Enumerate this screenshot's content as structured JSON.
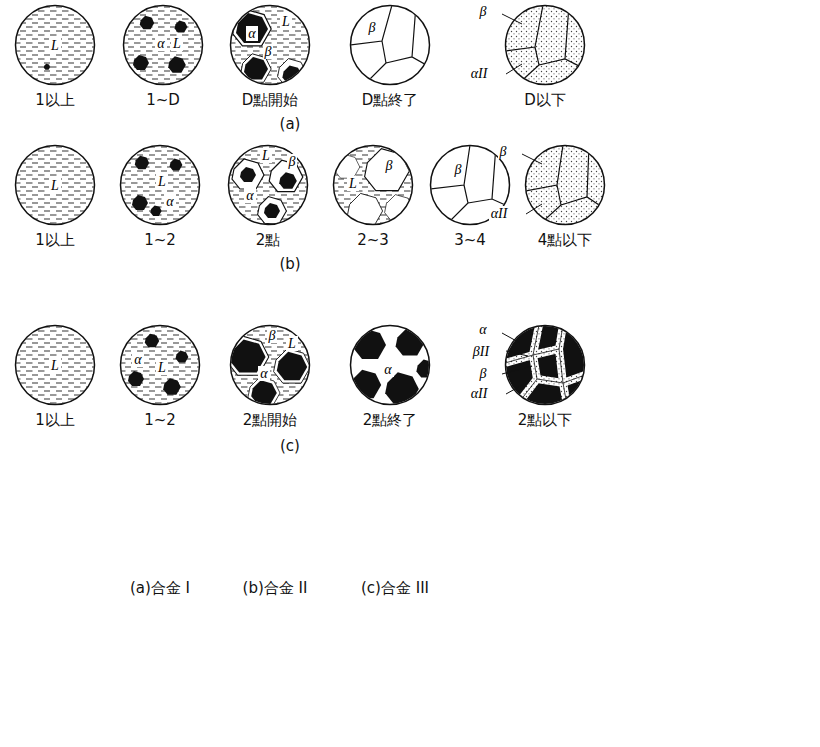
{
  "diagram": {
    "nodes": [
      {
        "text": [
          "L"
        ]
      },
      {
        "text": [
          "α",
          "L"
        ]
      },
      {
        "text": [
          "L",
          "α",
          "β"
        ]
      },
      {
        "text": [
          "β"
        ]
      },
      {
        "text": [
          "β",
          "αII"
        ]
      },
      {
        "text": [
          "L"
        ]
      },
      {
        "text": [
          "L",
          "α"
        ]
      },
      {
        "text": [
          "L",
          "β",
          "α"
        ]
      },
      {
        "text": [
          "L",
          "β"
        ]
      },
      {
        "text": [
          "β"
        ]
      },
      {
        "text": [
          "β",
          "αII"
        ]
      },
      {
        "text": [
          "L"
        ]
      },
      {
        "text": [
          "L",
          "α"
        ]
      },
      {
        "text": [
          "β",
          "α",
          "L"
        ]
      },
      {
        "text": [
          "α"
        ]
      },
      {
        "text": [
          "α",
          "βII",
          "β",
          "αII"
        ]
      }
    ],
    "labels": [
      "1以上",
      "1~D",
      "D點開始",
      "D點終了",
      "D以下",
      "(a)",
      "1以上",
      "1~2",
      "2點",
      "2~3",
      "3~4",
      "4點以下",
      "(b)",
      "1以上",
      "1~2",
      "2點開始",
      "2點終了",
      "2點以下",
      "(c)",
      "(a)合金 I",
      "(b)合金 II",
      "(c)合金 III"
    ]
  }
}
